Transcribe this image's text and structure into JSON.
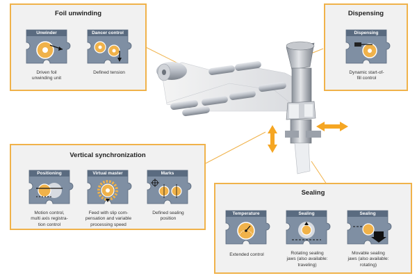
{
  "colors": {
    "accent": "#f0b24a",
    "arrow": "#f5a623",
    "piece_fill": "#7f8fa3",
    "piece_header": "#5a6b80",
    "panel_bg": "#f1f1f1"
  },
  "foil_unwinding": {
    "title": "Foil unwinding",
    "pieces": [
      {
        "label": "Unwinder",
        "icon": "unwinder-roll-icon",
        "caption": [
          "Driven foil",
          "unwinding unit"
        ]
      },
      {
        "label": "Dancer control",
        "icon": "dancer-rollers-icon",
        "caption": [
          "Defined tension"
        ]
      }
    ]
  },
  "dispensing": {
    "title": "Dispensing",
    "pieces": [
      {
        "label": "Dispensing",
        "icon": "dispensing-icon",
        "caption": [
          "Dynamic start-of-",
          "fill control"
        ]
      }
    ]
  },
  "vertical_sync": {
    "title": "Vertical synchronization",
    "pieces": [
      {
        "label": "Positioning",
        "icon": "positioning-icon",
        "caption": [
          "Motion control,",
          "multi axis registra-",
          "tion control"
        ]
      },
      {
        "label": "Virtual master",
        "icon": "virtual-master-gear-icon",
        "caption": [
          "Feed with slip com-",
          "pensation and variable",
          "processing speed"
        ]
      },
      {
        "label": "Marks",
        "icon": "marks-crosshair-icon",
        "caption": [
          "Defined sealing",
          "position"
        ]
      }
    ]
  },
  "sealing": {
    "title": "Sealing",
    "pieces": [
      {
        "label": "Temperature",
        "icon": "temperature-gauge-icon",
        "caption": [
          "Extended control"
        ]
      },
      {
        "label": "Sealing",
        "icon": "rotating-jaws-icon",
        "caption": [
          "Rotating sealing",
          "jaws (also available:",
          "traveling)"
        ]
      },
      {
        "label": "Sealing",
        "icon": "movable-jaws-icon",
        "caption": [
          "Movable sealing",
          "jaws (also available:",
          "rotating)"
        ]
      }
    ]
  }
}
